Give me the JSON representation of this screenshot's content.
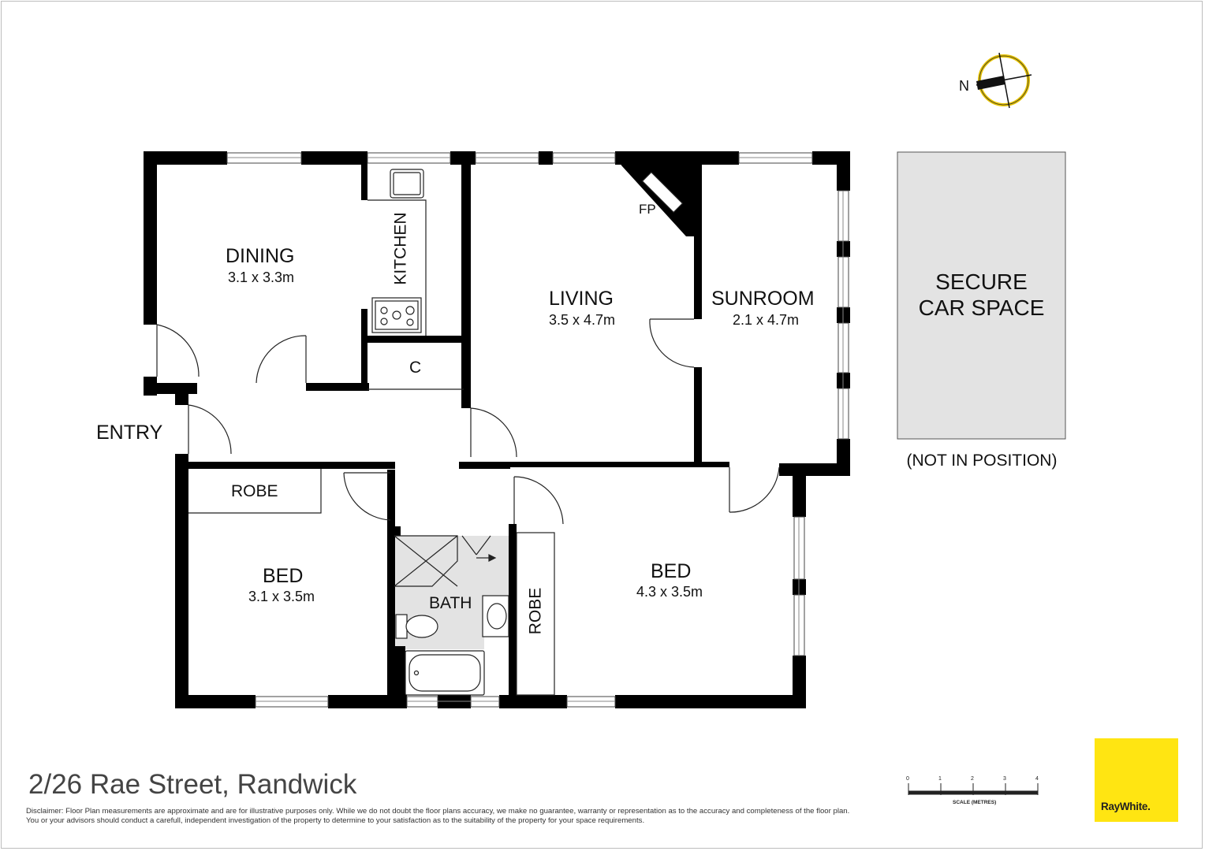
{
  "rooms": {
    "dining": {
      "name": "DINING",
      "size": "3.1 x 3.3m"
    },
    "kitchen": {
      "name": "KITCHEN"
    },
    "cupboard": {
      "name": "C"
    },
    "living": {
      "name": "LIVING",
      "size": "3.5 x 4.7m",
      "fireplace": "FP"
    },
    "sunroom": {
      "name": "SUNROOM",
      "size": "2.1 x 4.7m"
    },
    "entry": {
      "name": "ENTRY"
    },
    "robe_left": {
      "name": "ROBE"
    },
    "bed_left": {
      "name": "BED",
      "size": "3.1 x 3.5m"
    },
    "bath": {
      "name": "BATH"
    },
    "robe_right": {
      "name": "ROBE"
    },
    "bed_right": {
      "name": "BED",
      "size": "4.3 x 3.5m"
    }
  },
  "car_space": {
    "line1": "SECURE",
    "line2": "CAR SPACE",
    "note": "(NOT IN POSITION)"
  },
  "compass": {
    "label": "N"
  },
  "address": "2/26 Rae Street, Randwick",
  "disclaimer": "Disclaimer: Floor Plan measurements are approximate and are for illustrative purposes only. While we do not doubt the floor plans accuracy, we make no guarantee, warranty or representation as to the accuracy and completeness of the floor plan. You or your advisors should conduct a carefull, independent investigation of the property to determine to your satisfaction as to the suitability of the property for your space requirements.",
  "scale": {
    "ticks": [
      "0",
      "1",
      "2",
      "3",
      "4"
    ],
    "label": "SCALE (METRES)"
  },
  "logo": {
    "text": "RayWhite.",
    "color": "#ffe512"
  }
}
